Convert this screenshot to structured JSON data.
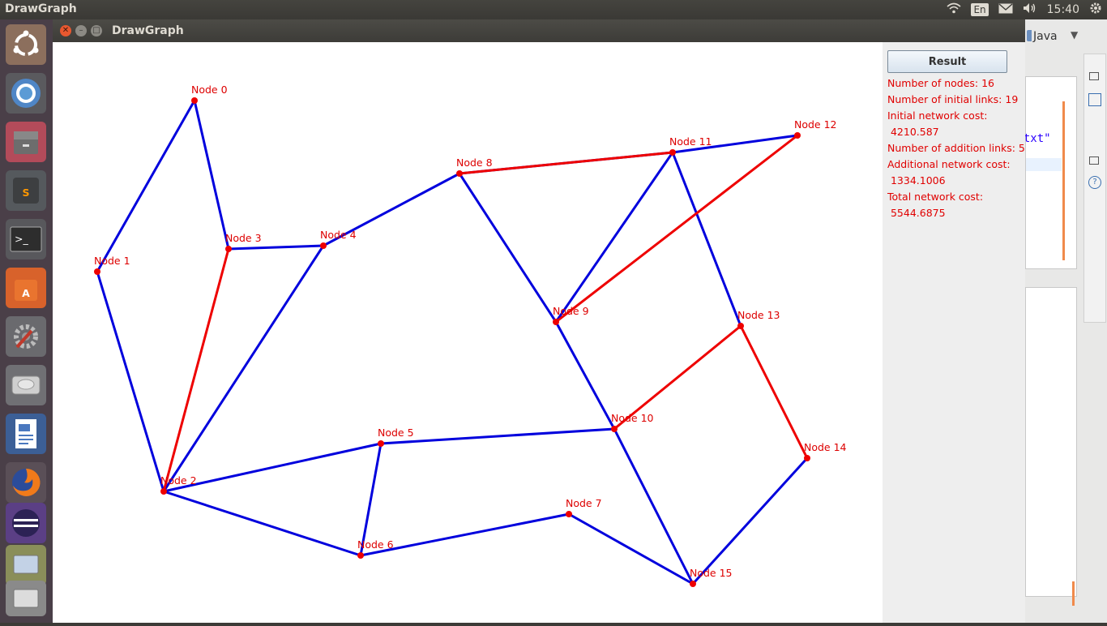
{
  "top_panel": {
    "app_name": "DrawGraph",
    "keyboard_layout": "En",
    "clock": "15:40"
  },
  "launcher": {
    "items": [
      {
        "icon": "ubuntu-dash-icon"
      },
      {
        "icon": "chromium-icon"
      },
      {
        "icon": "files-icon"
      },
      {
        "icon": "sublime-text-icon"
      },
      {
        "icon": "terminal-icon"
      },
      {
        "icon": "software-center-icon"
      },
      {
        "icon": "system-settings-icon"
      },
      {
        "icon": "disk-icon"
      },
      {
        "icon": "libreoffice-writer-icon"
      },
      {
        "icon": "firefox-icon"
      },
      {
        "icon": "eclipse-icon"
      },
      {
        "icon": "workspace-switcher-icon"
      },
      {
        "icon": "trash-icon"
      }
    ]
  },
  "window": {
    "title": "DrawGraph"
  },
  "ide_background": {
    "perspective": "Java",
    "editor_snippet": "e.txt\""
  },
  "panel": {
    "result_button": "Result",
    "stats": [
      "Number of nodes: 16",
      "Number of initial links: 19",
      "Initial network cost:",
      " 4210.587",
      "Number of addition links: 5",
      "Additional network cost:",
      " 1334.1006",
      "Total network cost:",
      " 5544.6875"
    ]
  },
  "colors": {
    "initial_link": "#0000dd",
    "added_link": "#ee0000",
    "node": "#ee0000",
    "label": "#dd0000"
  },
  "graph": {
    "nodes": [
      {
        "id": 0,
        "label": "Node 0"
      },
      {
        "id": 1,
        "label": "Node 1"
      },
      {
        "id": 2,
        "label": "Node 2"
      },
      {
        "id": 3,
        "label": "Node 3"
      },
      {
        "id": 4,
        "label": "Node 4"
      },
      {
        "id": 5,
        "label": "Node 5"
      },
      {
        "id": 6,
        "label": "Node 6"
      },
      {
        "id": 7,
        "label": "Node 7"
      },
      {
        "id": 8,
        "label": "Node 8"
      },
      {
        "id": 9,
        "label": "Node 9"
      },
      {
        "id": 10,
        "label": "Node 10"
      },
      {
        "id": 11,
        "label": "Node 11"
      },
      {
        "id": 12,
        "label": "Node 12"
      },
      {
        "id": 13,
        "label": "Node 13"
      },
      {
        "id": 14,
        "label": "Node 14"
      },
      {
        "id": 15,
        "label": "Node 15"
      }
    ],
    "initial_links": [
      [
        0,
        1
      ],
      [
        0,
        3
      ],
      [
        1,
        2
      ],
      [
        3,
        4
      ],
      [
        4,
        2
      ],
      [
        4,
        8
      ],
      [
        8,
        9
      ],
      [
        8,
        11
      ],
      [
        11,
        9
      ],
      [
        11,
        12
      ],
      [
        11,
        13
      ],
      [
        9,
        10
      ],
      [
        10,
        5
      ],
      [
        10,
        15
      ],
      [
        5,
        2
      ],
      [
        5,
        6
      ],
      [
        2,
        6
      ],
      [
        6,
        7
      ],
      [
        7,
        15
      ],
      [
        15,
        14
      ]
    ],
    "added_links": [
      [
        3,
        2
      ],
      [
        8,
        11
      ],
      [
        12,
        9
      ],
      [
        10,
        13
      ],
      [
        13,
        14
      ]
    ]
  }
}
